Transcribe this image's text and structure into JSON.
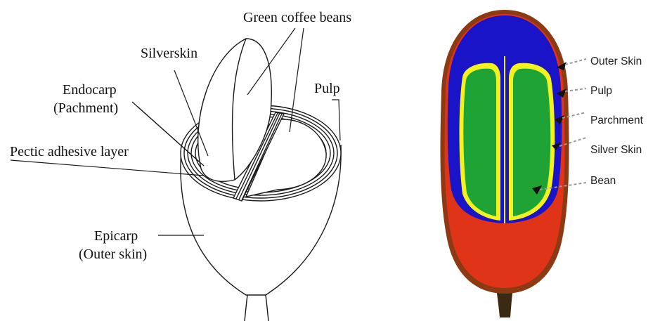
{
  "left_diagram": {
    "labels": {
      "green_coffee_beans": "Green coffee beans",
      "silverskin": "Silverskin",
      "pulp": "Pulp",
      "endocarp_line1": "Endocarp",
      "endocarp_line2": "(Pachment)",
      "pectic_adhesive_layer": "Pectic adhesive layer",
      "epicarp_line1": "Epicarp",
      "epicarp_line2": "(Outer skin)"
    }
  },
  "right_diagram": {
    "labels": {
      "outer_skin": "Outer Skin",
      "pulp": "Pulp",
      "parchment": "Parchment",
      "silver_skin": "Silver Skin",
      "bean": "Bean"
    },
    "colors": {
      "outer_skin": "#8b3a14",
      "pulp": "#e03418",
      "parchment": "#1a14c8",
      "silver_skin": "#f2f21e",
      "bean": "#1ea334",
      "stem": "#3a2a14"
    }
  }
}
